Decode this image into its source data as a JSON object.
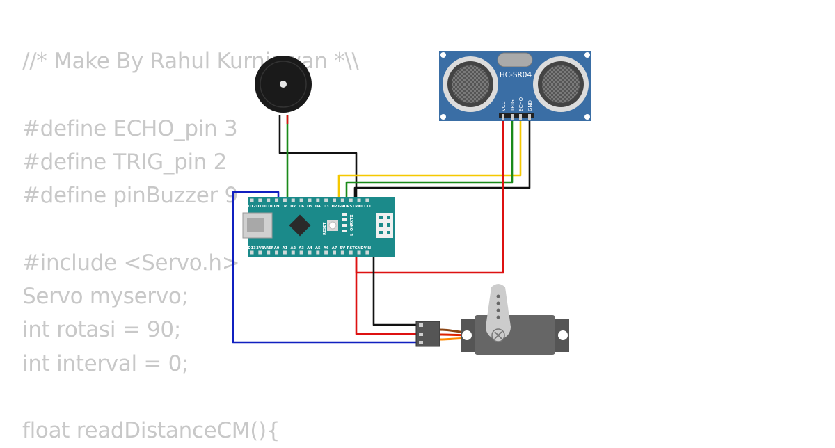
{
  "code_lines": [
    "//* Make By Rahul Kurniawan *\\\\",
    "",
    "#define ECHO_pin 3",
    "#define TRIG_pin 2",
    "#define pinBuzzer 9",
    "",
    "#include <Servo.h>",
    "Servo myservo;",
    "int rotasi = 90;",
    "int interval = 0;",
    "",
    "float readDistanceCM(){"
  ],
  "sensor": {
    "model": "HC-SR04",
    "pins": [
      "VCC",
      "TRIG",
      "ECHO",
      "GND"
    ]
  },
  "arduino": {
    "top_pins": [
      "D12",
      "D11",
      "D10",
      "D9",
      "D8",
      "D7",
      "D6",
      "D5",
      "D4",
      "D3",
      "D2",
      "GND",
      "RST",
      "RX0",
      "TX1"
    ],
    "bottom_pins": [
      "D13",
      "3V3",
      "AREF",
      "A0",
      "A1",
      "A2",
      "A3",
      "A4",
      "A5",
      "A6",
      "A7",
      "5V",
      "RST",
      "GND",
      "VIN"
    ],
    "reset_label": "RESET",
    "led_labels": [
      "TX",
      "RX",
      "ON",
      "L"
    ]
  },
  "wire_colors": {
    "gnd": "#111111",
    "signal_buzzer": "#1a8a1a",
    "trig": "#1a8a1a",
    "echo": "#f5c800",
    "vcc": "#dd1111",
    "servo_signal": "#1020c0"
  },
  "colors": {
    "code_text": "#c8c8c8",
    "board": "#1b8a8a",
    "sensor_board": "#3a6ea5",
    "servo_body": "#666666"
  }
}
